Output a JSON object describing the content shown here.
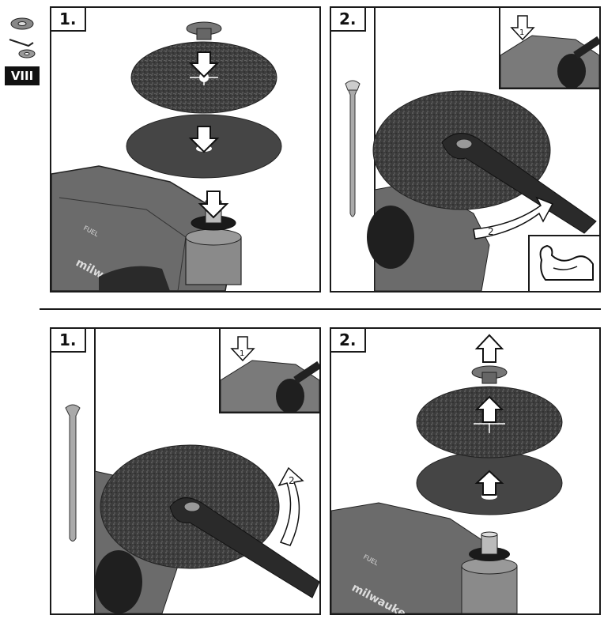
{
  "section": {
    "badge": "VIII",
    "icon": "disc-wrench-icon"
  },
  "panels": [
    {
      "step": "1."
    },
    {
      "step": "2.",
      "inset_marker": "1",
      "rotate_marker": "2",
      "strength_icon": "flexed-arm-icon"
    },
    {
      "step": "1.",
      "inset_marker": "1",
      "rotate_marker": "2"
    },
    {
      "step": "2."
    }
  ],
  "brand_text": "milwaukee",
  "fuel_text": "FUEL",
  "colors": {
    "line": "#1a1a1a",
    "disc_dark": "#3a3a3a",
    "disc_pad": "#4a4a4a",
    "grinder": "#6b6b6b"
  }
}
